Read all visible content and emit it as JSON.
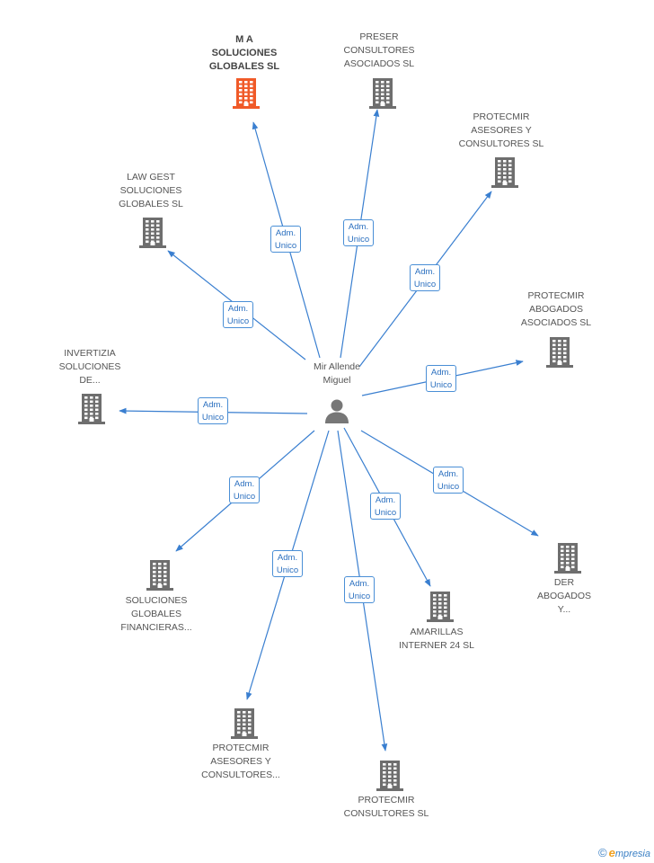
{
  "center": {
    "name_lines": [
      "Mir Allende",
      "Miguel"
    ],
    "icon": "person-icon",
    "color": "#777777"
  },
  "colors": {
    "edge": "#3a7fd0",
    "building": "#6e6e6e",
    "highlight": "#f05a28"
  },
  "nodes": [
    {
      "id": "ma-soluciones",
      "lines": [
        "M A",
        "SOLUCIONES",
        "GLOBALES SL"
      ],
      "highlight": true,
      "icon": "building-icon"
    },
    {
      "id": "preser",
      "lines": [
        "PRESER",
        "CONSULTORES",
        "ASOCIADOS SL"
      ],
      "icon": "building-icon"
    },
    {
      "id": "protecmir-asesores-1",
      "lines": [
        "PROTECMIR",
        "ASESORES Y",
        "CONSULTORES SL"
      ],
      "icon": "building-icon"
    },
    {
      "id": "law-gest",
      "lines": [
        "LAW GEST",
        "SOLUCIONES",
        "GLOBALES SL"
      ],
      "icon": "building-icon"
    },
    {
      "id": "protecmir-abogados",
      "lines": [
        "PROTECMIR",
        "ABOGADOS",
        "ASOCIADOS SL"
      ],
      "icon": "building-icon"
    },
    {
      "id": "invertizia",
      "lines": [
        "INVERTIZIA",
        "SOLUCIONES",
        "DE..."
      ],
      "icon": "building-icon"
    },
    {
      "id": "soluciones-globales",
      "lines": [
        "SOLUCIONES",
        "GLOBALES",
        "FINANCIERAS..."
      ],
      "icon": "building-icon"
    },
    {
      "id": "der-abogados",
      "lines": [
        "DER",
        "ABOGADOS",
        "Y..."
      ],
      "icon": "building-icon"
    },
    {
      "id": "amarillas",
      "lines": [
        "AMARILLAS",
        "INTERNER 24 SL"
      ],
      "icon": "building-icon"
    },
    {
      "id": "protecmir-asesores-2",
      "lines": [
        "PROTECMIR",
        "ASESORES Y",
        "CONSULTORES..."
      ],
      "icon": "building-icon"
    },
    {
      "id": "protecmir-consultores",
      "lines": [
        "PROTECMIR",
        "CONSULTORES SL"
      ],
      "icon": "building-icon"
    }
  ],
  "edge_label_lines": [
    "Adm.",
    "Unico"
  ],
  "footer": {
    "copyright": "©",
    "brand_initial": "e",
    "brand_rest": "mpresia"
  }
}
